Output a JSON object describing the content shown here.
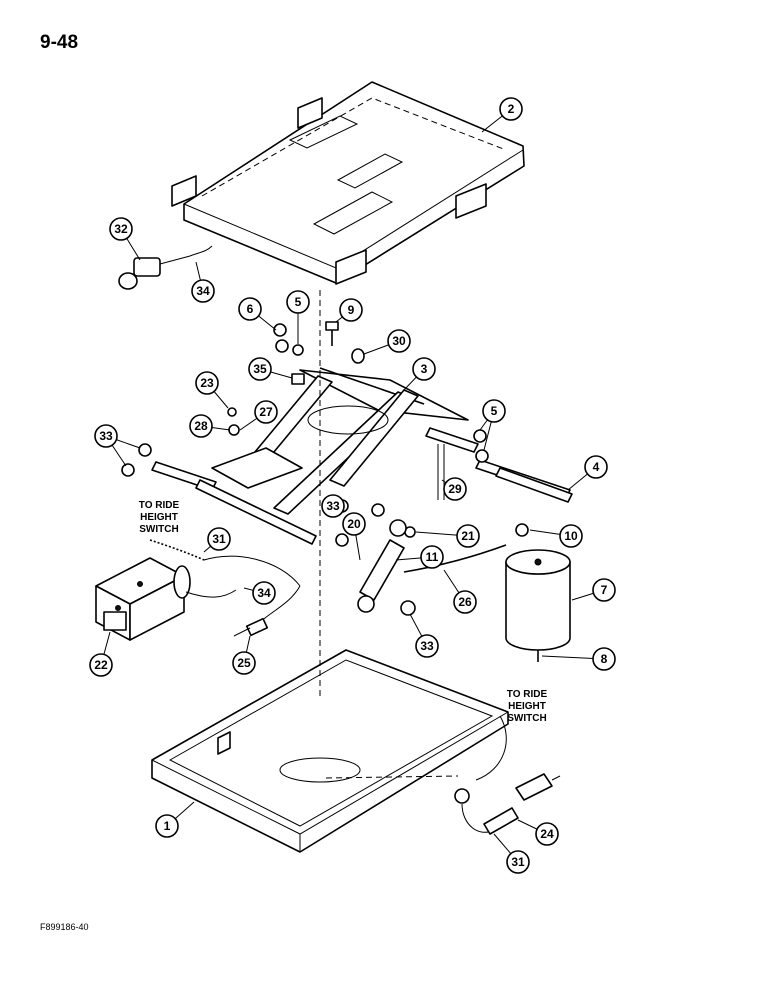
{
  "page_number": "9-48",
  "figure_code": "F899186-40",
  "notes": [
    {
      "lines": [
        "TO RIDE",
        "HEIGHT",
        "SWITCH"
      ]
    },
    {
      "lines": [
        "TO RIDE",
        "HEIGHT",
        "SWITCH"
      ]
    }
  ],
  "callouts": [
    "2",
    "32",
    "34",
    "6",
    "5",
    "9",
    "30",
    "35",
    "3",
    "23",
    "27",
    "28",
    "33",
    "5",
    "4",
    "29",
    "33",
    "20",
    "21",
    "10",
    "11",
    "7",
    "26",
    "33",
    "8",
    "31",
    "34",
    "25",
    "22",
    "1",
    "24",
    "31"
  ]
}
